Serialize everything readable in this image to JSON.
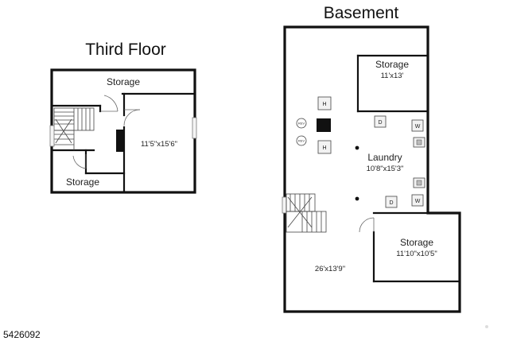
{
  "floors": {
    "third": {
      "title": "Third Floor",
      "rooms": {
        "storage_top": {
          "name": "Storage"
        },
        "main_room": {
          "dimensions": "11'5\"x15'6\""
        },
        "storage_bottom": {
          "name": "Storage"
        }
      }
    },
    "basement": {
      "title": "Basement",
      "rooms": {
        "storage_upper": {
          "name": "Storage",
          "dimensions": "11'x13'"
        },
        "laundry": {
          "name": "Laundry",
          "dimensions": "10'8\"x15'3\""
        },
        "storage_lower": {
          "name": "Storage",
          "dimensions": "11'10\"x10'5\""
        },
        "main_area": {
          "dimensions": "26'x13'9\""
        }
      },
      "fixture_labels": {
        "heater": "H",
        "dryer": "D",
        "washer": "W",
        "meter": "REV"
      }
    }
  },
  "listing_id": "5426092"
}
